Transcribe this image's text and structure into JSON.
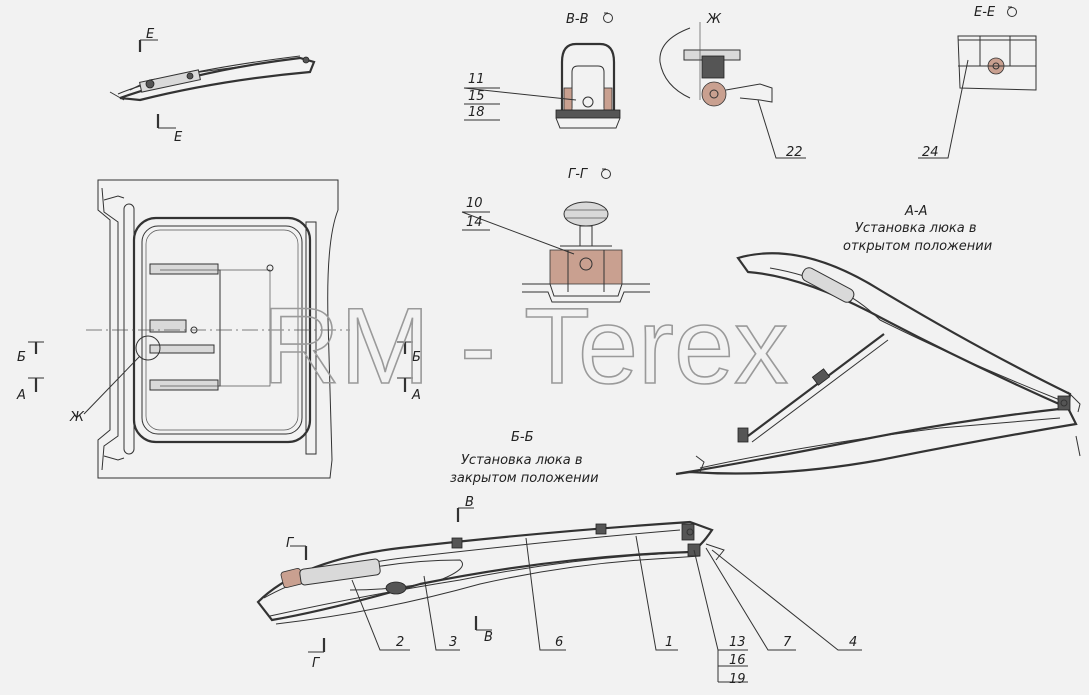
{
  "watermark": "RM - Terex",
  "views": {
    "vv": {
      "title": "В-В"
    },
    "zh": {
      "title": "Ж"
    },
    "ee": {
      "title": "Е-Е"
    },
    "gg": {
      "title": "Г-Г"
    },
    "aa": {
      "title": "А-А",
      "caption1": "Установка люка в",
      "caption2": "открытом положении"
    },
    "bb": {
      "title": "Б-Б",
      "caption1": "Установка люка в",
      "caption2": "закрытом положении"
    }
  },
  "section_marks": {
    "e": "Е",
    "b": "Б",
    "a": "А",
    "v": "В",
    "g": "Г",
    "zh": "Ж"
  },
  "callouts": {
    "c11": "11",
    "c15": "15",
    "c18": "18",
    "c10": "10",
    "c14": "14",
    "c22": "22",
    "c24": "24",
    "c2": "2",
    "c3": "3",
    "c6": "6",
    "c1": "1",
    "c13": "13",
    "c16": "16",
    "c19": "19",
    "c7": "7",
    "c4": "4"
  },
  "icons": {
    "rotate": "rotate-view-icon"
  }
}
